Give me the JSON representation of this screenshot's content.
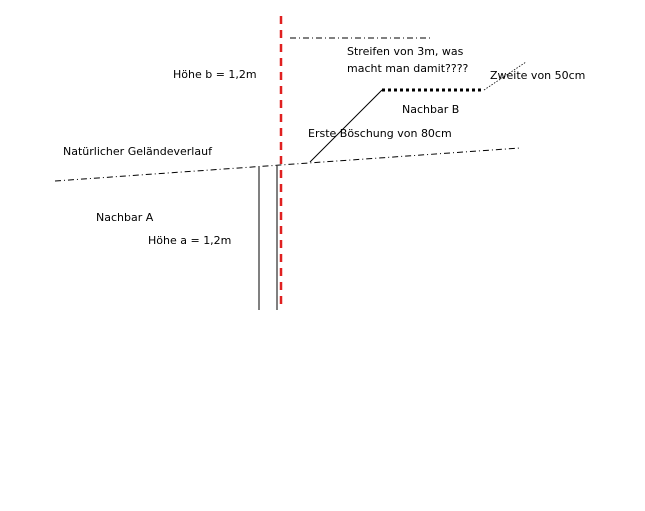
{
  "labels": {
    "hoehe_b": "Höhe b = 1,2m",
    "streifen_line1": "Streifen von 3m, was",
    "streifen_line2": "macht man damit????",
    "zweite": "Zweite von 50cm",
    "nachbar_b": "Nachbar B",
    "erste": "Erste Böschung von  80cm",
    "gelaende": "Natürlicher Geländeverlauf",
    "nachbar_a": "Nachbar A",
    "hoehe_a": "Höhe a = 1,2m"
  },
  "colors": {
    "boundary": "#e02020",
    "lines": "#000000",
    "background": "#ffffff"
  }
}
